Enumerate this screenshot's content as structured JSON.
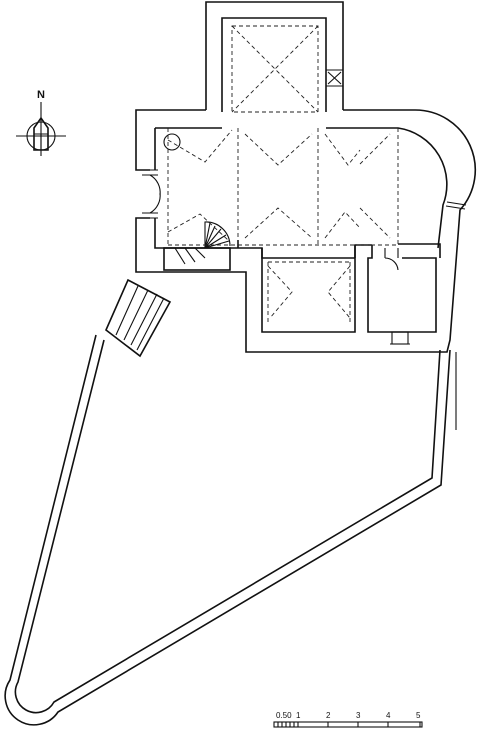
{
  "north_arrow": {
    "label": "N"
  },
  "scale_bar": {
    "labels": [
      "0.50",
      "1",
      "2",
      "3",
      "4",
      "5"
    ]
  }
}
